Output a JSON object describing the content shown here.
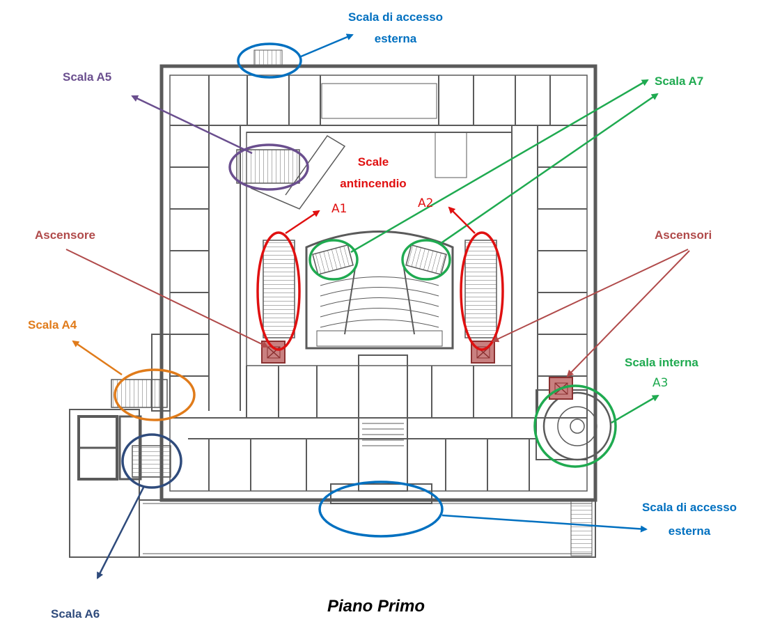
{
  "colors": {
    "blue": "#0070c0",
    "purple": "#6a4e8e",
    "green": "#1faa50",
    "red": "#e01010",
    "brown": "#b04a4a",
    "orange": "#e07b1a",
    "navy": "#2f4b7c",
    "wall": "#5a5a5a"
  },
  "labels": {
    "access_top_1": "Scala di accesso",
    "access_top_2": "esterna",
    "scala_a5": "Scala A5",
    "scala_a7": "Scala A7",
    "scale_antincendio_1": "Scale",
    "scale_antincendio_2": "antincendio",
    "ascensore": "Ascensore",
    "ascensori": "Ascensori",
    "scala_a4": "Scala A4",
    "scala_interna": "Scala interna",
    "access_bottom_1": "Scala di accesso",
    "access_bottom_2": "esterna",
    "scala_a6": "Scala A6"
  },
  "plan_marks": {
    "a1": "A1",
    "a2": "A2",
    "a3": "A3"
  },
  "title": "Piano Primo"
}
